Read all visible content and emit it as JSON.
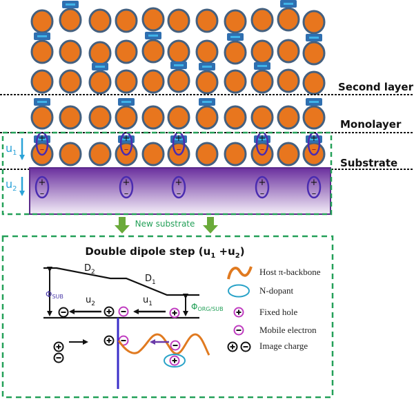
{
  "layers": {
    "second_layer_label": "Second layer",
    "monolayer_label": "Monolayer",
    "substrate_label": "Substrate",
    "u1_label": "u",
    "u1_sub": "1",
    "u2_label": "u",
    "u2_sub": "2",
    "dipole_plus": "+",
    "dipole_minus": "–"
  },
  "molecule_grid": {
    "rows": [
      {
        "name": "second-layer-row-1",
        "dopant_columns": [
          1,
          9
        ]
      },
      {
        "name": "second-layer-row-2",
        "dopant_columns": [
          0,
          4,
          7,
          10
        ]
      },
      {
        "name": "second-layer-row-3",
        "dopant_columns": [
          2,
          5,
          6,
          8
        ]
      },
      {
        "name": "monolayer-row",
        "dopant_columns": [
          0,
          3,
          6,
          10
        ]
      },
      {
        "name": "substrate-row",
        "dopant_columns": [
          0,
          3,
          5,
          8,
          10
        ]
      }
    ],
    "column_count": 11,
    "substrate_dipole_columns": [
      0,
      3,
      5,
      8,
      10
    ],
    "new_substrate_dipole_columns": [
      0,
      3,
      5,
      8,
      10
    ]
  },
  "transition": {
    "new_substrate_label": "New substrate"
  },
  "energy_diagram": {
    "title": "Double  dipole  step (u",
    "title_sub1": "1",
    "title_mid": " +u",
    "title_sub2": "2",
    "title_end": ")",
    "d2_label": "D",
    "d2_sub": "2",
    "d1_label": "D",
    "d1_sub": "1",
    "phi_sub_label": "Φ",
    "phi_sub_sub": "SUB",
    "phi_org_label": "Φ",
    "phi_org_sub": "ORG/SUB",
    "u2_label": "u",
    "u2_sub": "2",
    "u1_label": "u",
    "u1_sub": "1"
  },
  "legend": {
    "items": [
      {
        "icon": "wave-icon",
        "label": "Host π-backbone"
      },
      {
        "icon": "ellipse-icon",
        "label": "N-dopant"
      },
      {
        "icon": "fixed-hole-icon",
        "label": "Fixed  hole"
      },
      {
        "icon": "mobile-electron-icon",
        "label": "Mobile  electron"
      },
      {
        "icon": "image-charge-icon",
        "label": "Image charge"
      }
    ]
  },
  "colors": {
    "molecule_fill": "#e8761e",
    "molecule_ring": "#44607f",
    "dopant_body": "#2f6fb0",
    "dopant_stripe": "#3fb3e8",
    "dipole_ring": "#4a2cb0",
    "dashed_green": "#23a058",
    "arrow_green": "#6aaa3a",
    "u_arrow": "#2aa3d8",
    "purple_top": "#6a2f9e",
    "magenta": "#c03cc0",
    "wave": "#e07a20",
    "ndopant": "#2aa3c8",
    "interface": "#3a2ec8",
    "phi_sub": "#4a3aa8",
    "phi_org": "#23a058"
  }
}
